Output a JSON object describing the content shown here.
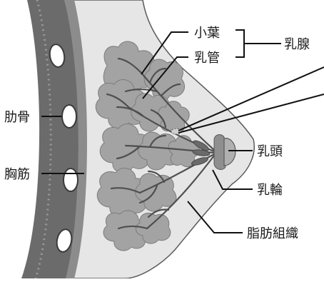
{
  "labels": {
    "lobule": "小葉",
    "duct": "乳管",
    "gland": "乳腺",
    "rib": "肋骨",
    "muscle": "胸筋",
    "nipple": "乳頭",
    "areola": "乳輪",
    "fat": "脂肪組織"
  },
  "colors": {
    "background": "#ffffff",
    "chest_wall_dark": "#6b6b6b",
    "chest_wall_band": "#8c8c8c",
    "breast_fill": "#e6e6e6",
    "lobule_fill": "#a3a3a3",
    "tissue_light": "#d4d4d4",
    "duct_stroke": "#4f4f4f",
    "leader_line": "#111111"
  }
}
